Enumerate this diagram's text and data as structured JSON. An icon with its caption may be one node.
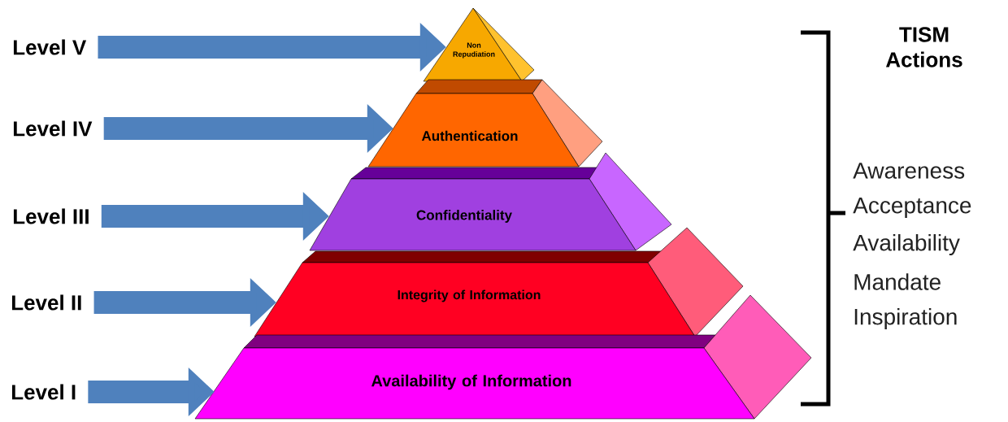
{
  "diagram": {
    "nodes": [
      {
        "text": [
          "Level V"
        ]
      },
      {
        "text": [
          "Level IV"
        ]
      },
      {
        "text": [
          "Level III"
        ]
      },
      {
        "text": [
          "Level II"
        ]
      },
      {
        "text": [
          "Level I"
        ]
      },
      {
        "text": [
          "Non Repudiation"
        ]
      },
      {
        "text": [
          "Authentication"
        ]
      },
      {
        "text": [
          "Confidentiality"
        ]
      },
      {
        "text": [
          "Integrity  of Information"
        ]
      },
      {
        "text": [
          "Availability of Information"
        ]
      }
    ],
    "edges": [
      {
        "from": 0,
        "to": 5,
        "arrow": "to"
      },
      {
        "from": 1,
        "to": 6,
        "arrow": "to"
      },
      {
        "from": 2,
        "to": 7,
        "arrow": "to"
      },
      {
        "from": 3,
        "to": 8,
        "arrow": "to"
      },
      {
        "from": 4,
        "to": 9,
        "arrow": "to"
      }
    ],
    "labels": [
      "TISM Actions",
      "Awareness",
      "Acceptance",
      "Availability",
      "Mandate",
      "Inspiration"
    ]
  }
}
